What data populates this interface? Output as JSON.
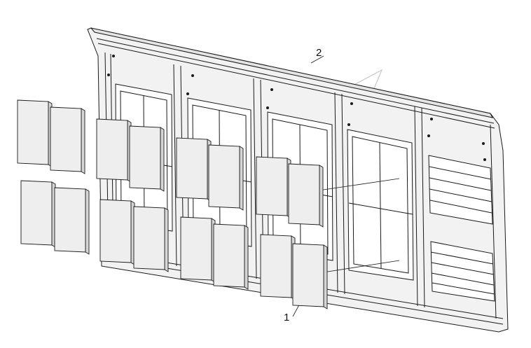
{
  "diagram": {
    "callouts": [
      {
        "label": "2",
        "target": "rear-panel-frame"
      },
      {
        "label": "1",
        "target": "insulation-block"
      }
    ],
    "colors": {
      "line": "#1a1a1a",
      "frame_fill": "#f2f2f2",
      "block_fill": "#eeeeee",
      "block_side": "#d6d6d6",
      "watermark": "#c8c8c8"
    }
  }
}
